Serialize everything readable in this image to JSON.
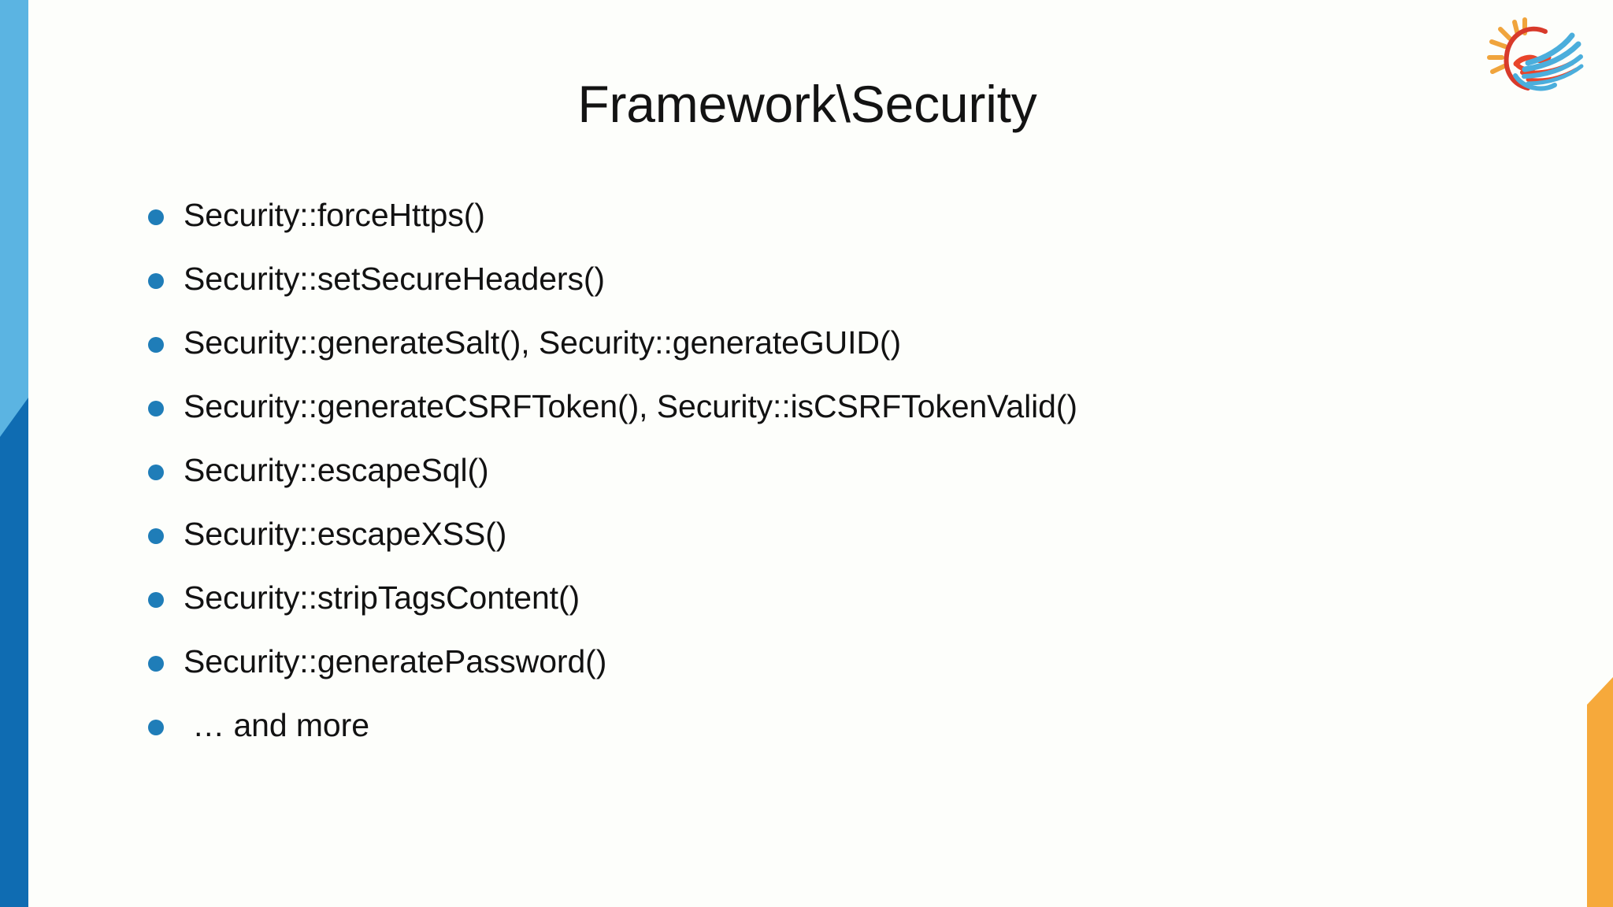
{
  "slide": {
    "title": "Framework\\Security",
    "background_color": "#fdfefb"
  },
  "logo": {
    "name": "phoenix-bird-sun-logo",
    "colors": {
      "sun_rays": "#F0A43C",
      "arc_red": "#D83A2B",
      "bird_red": "#E8452B",
      "wing_blue": "#4BAEDC"
    }
  },
  "decorations": {
    "left_bar_light_blue": "#5BB4E2",
    "left_bar_dark_blue": "#0F6CB2",
    "corner_orange": "#F6A93B"
  },
  "content": {
    "bullet_color": "#1F7DB8",
    "items": [
      {
        "text": "Security::forceHttps()"
      },
      {
        "text": "Security::setSecureHeaders()"
      },
      {
        "text": "Security::generateSalt(), Security::generateGUID()"
      },
      {
        "text": "Security::generateCSRFToken(), Security::isCSRFTokenValid()"
      },
      {
        "text": "Security::escapeSql()"
      },
      {
        "text": "Security::escapeXSS()"
      },
      {
        "text": "Security::stripTagsContent()"
      },
      {
        "text": "Security::generatePassword()"
      },
      {
        "text": " … and more"
      }
    ]
  }
}
